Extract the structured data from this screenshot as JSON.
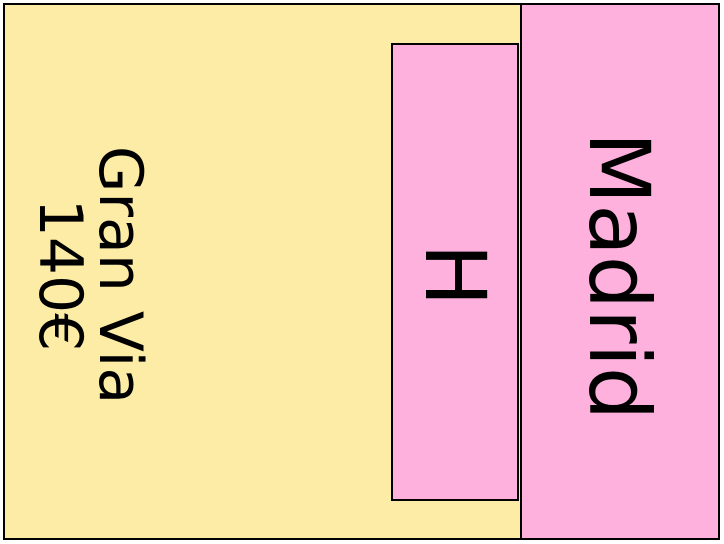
{
  "card": {
    "street_name": "Gran Via",
    "price": "140€",
    "hotel_label": "H",
    "city_name": "Madrid"
  },
  "colors": {
    "card_background": "#fdeca6",
    "group_color": "#fdb1dc",
    "border": "#000000"
  }
}
